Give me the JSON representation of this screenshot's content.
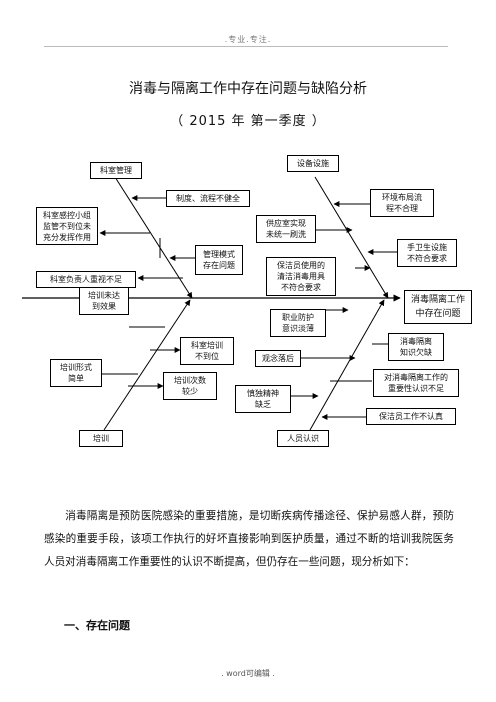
{
  "header": {
    "text": ".专业.专注."
  },
  "title": "消毒与隔离工作中存在问题与缺陷分析",
  "subtitle": "（ 2015 年  第一季度 ）",
  "diagram": {
    "head": "消毒隔离工作\n中存在问题",
    "categories": {
      "management": "科室管理",
      "equipment": "设备设施",
      "training": "培训",
      "awareness": "人员认识"
    },
    "causes": {
      "system_imperfect": "制度、流程不健全",
      "infection_group": "科室感控小组\n监管不到位未\n充分发挥作用",
      "management_mode": "管理模式\n存在问题",
      "leader_neglect": "科室负责人重视不足",
      "layout_unreasonable": "环境布局流\n程不合理",
      "supply_room": "供应室实现\n未统一刷洗",
      "hand_hygiene": "手卫生设施\n不符合要求",
      "cleaning_tools": "保洁员使用的\n清洁消毒用具\n不符合要求",
      "training_ineffective": "培训未达\n到效果",
      "dept_training": "科室培训\n不到位",
      "training_form": "培训形式\n简单",
      "training_times": "培训次数\n较少",
      "protection_awareness": "职业防护\n意识淡薄",
      "concept_outdated": "观念落后",
      "isolation_knowledge": "消毒隔离\n知识欠缺",
      "importance_awareness": "对消毒隔离工作的\n重要性认识不足",
      "diligence_lacking": "慎独精神\n缺乏",
      "cleaners_careless": "保洁员工作不认真"
    }
  },
  "paragraph": "消毒隔离是预防医院感染的重要措施，是切断疾病传播途径、保护易感人群，预防感染的重要手段，该项工作执行的好坏直接影响到医护质量，通过不断的培训我院医务人员对消毒隔离工作重要性的认识不断提高，但仍存在一些问题，现分析如下：",
  "section_heading": "一、存在问题",
  "footer": {
    "text": ".   word可编辑   ."
  }
}
